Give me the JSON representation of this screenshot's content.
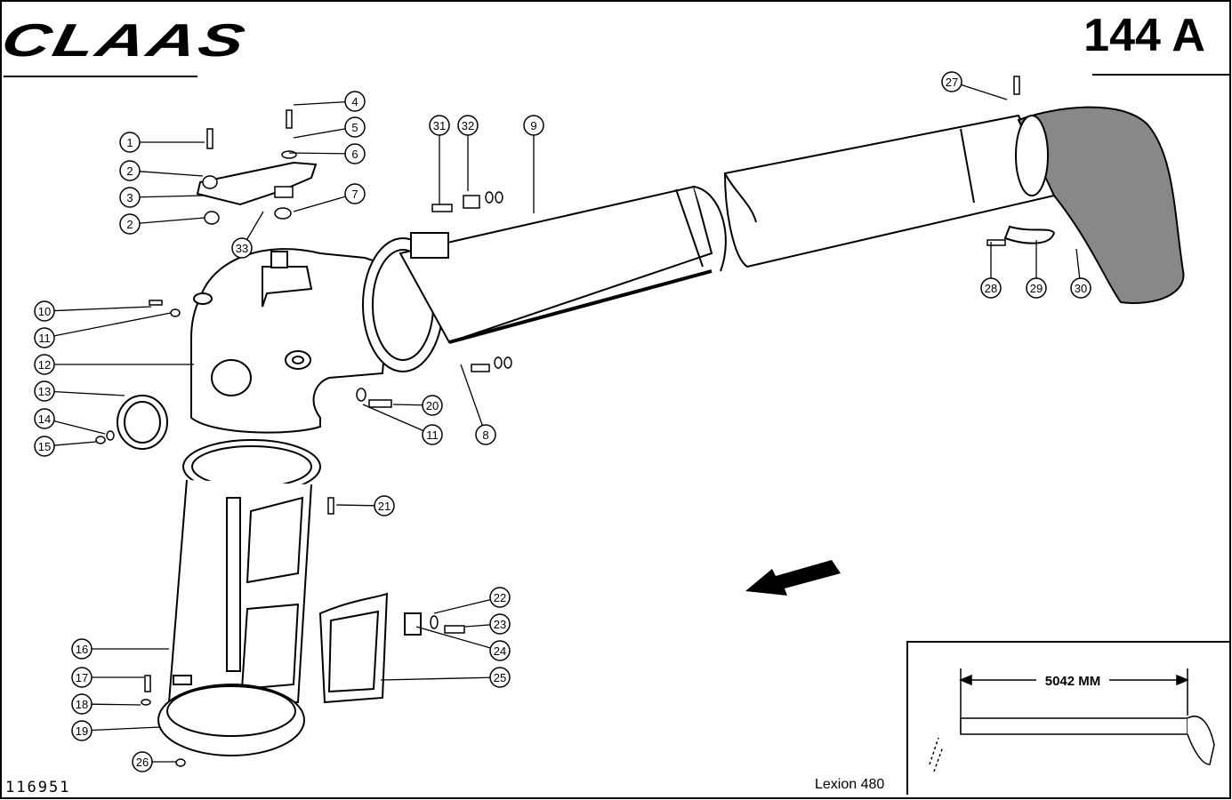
{
  "header": {
    "brand": "CLAAS",
    "page_code": "144 A"
  },
  "footer": {
    "doc_number": "116951",
    "model": "Lexion 480"
  },
  "inset": {
    "dimension": "5042 MM"
  },
  "callouts": [
    "1",
    "2",
    "3",
    "2",
    "33",
    "4",
    "5",
    "6",
    "7",
    "31",
    "32",
    "9",
    "27",
    "28",
    "29",
    "30",
    "10",
    "11",
    "12",
    "13",
    "14",
    "15",
    "20",
    "11",
    "8",
    "21",
    "22",
    "23",
    "24",
    "25",
    "16",
    "17",
    "18",
    "19",
    "26"
  ]
}
